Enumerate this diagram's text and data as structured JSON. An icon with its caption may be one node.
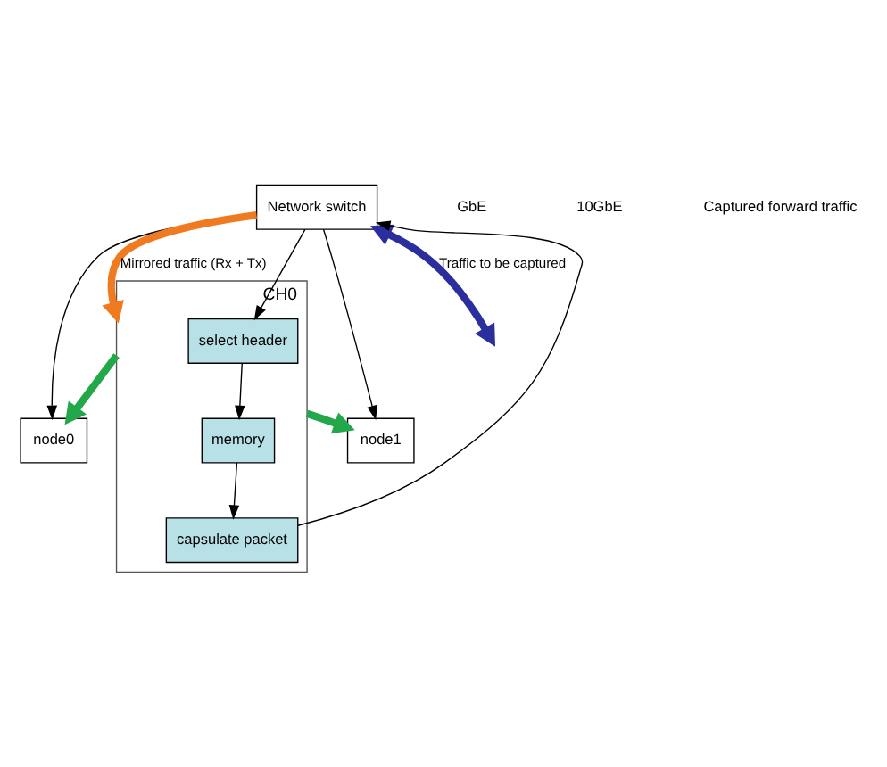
{
  "diagram": {
    "nodes": [
      {
        "text": [
          "Network switch"
        ]
      },
      {
        "text": [
          "node0"
        ]
      },
      {
        "text": [
          "node1"
        ]
      },
      {
        "text": [
          "CH0"
        ]
      },
      {
        "text": [
          "select header"
        ],
        "in": 3
      },
      {
        "text": [
          "memory"
        ],
        "in": 3
      },
      {
        "text": [
          "capsulate packet"
        ],
        "in": 3
      }
    ],
    "edges": [
      {
        "from": 0,
        "to": null,
        "arrow": "both",
        "label": "Traffic to be captured",
        "style": "thick",
        "color": "#2b2f9e"
      },
      {
        "from": 0,
        "to": 3,
        "arrow": "to",
        "label": "Mirrored traffic (Rx + Tx)",
        "style": "thick",
        "color": "#f07a20"
      },
      {
        "from": 0,
        "to": 4,
        "arrow": "to"
      },
      {
        "from": 4,
        "to": 5,
        "arrow": "to"
      },
      {
        "from": 5,
        "to": 6,
        "arrow": "to"
      },
      {
        "from": 6,
        "to": 0,
        "arrow": "to"
      },
      {
        "from": 0,
        "to": 1,
        "arrow": "to"
      },
      {
        "from": 0,
        "to": 2,
        "arrow": "to"
      },
      {
        "from": 3,
        "to": 1,
        "arrow": "to",
        "style": "thick",
        "color": "#22a84a"
      },
      {
        "from": 3,
        "to": 2,
        "arrow": "to",
        "style": "thick",
        "color": "#22a84a"
      }
    ],
    "labels": [
      "GbE",
      "10GbE",
      "Captured forward traffic"
    ]
  }
}
